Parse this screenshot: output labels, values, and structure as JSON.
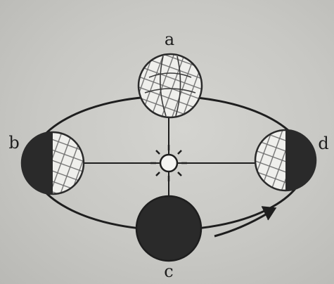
{
  "diagram": {
    "positions": [
      {
        "id": "a",
        "label": "a"
      },
      {
        "id": "b",
        "label": "b"
      },
      {
        "id": "c",
        "label": "c"
      },
      {
        "id": "d",
        "label": "d"
      }
    ]
  },
  "colors": {
    "background": "#c9c9c5",
    "ink": "#1e1e1e",
    "earth_light": "#efefec",
    "earth_dark": "#2a2a2a"
  },
  "icons": {
    "sun": "sun-icon",
    "arrow": "orbit-direction-arrow-icon"
  }
}
